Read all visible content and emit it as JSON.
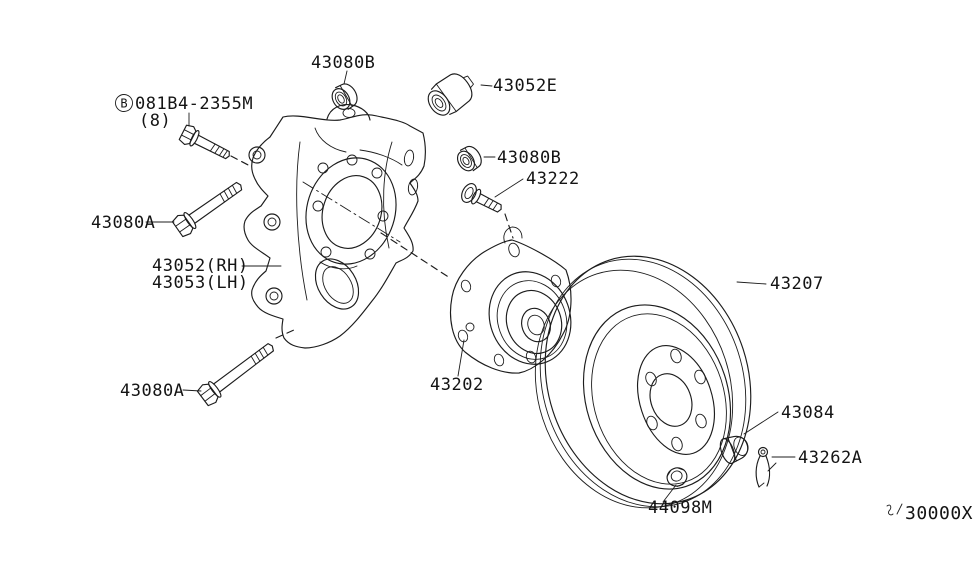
{
  "diagram": {
    "title": "Rear axle knuckle, hub and brake rotor exploded parts diagram",
    "colors": {
      "line": "#1c1c1c",
      "background": "#ffffff"
    },
    "callouts": {
      "bolt_code": {
        "badge": "B",
        "text": "081B4-2355M",
        "qty": "(8)"
      },
      "bushing_top": {
        "text": "43080B"
      },
      "bushing_large": {
        "text": "43052E"
      },
      "bolt_left": {
        "text": "43080A"
      },
      "knuckle_rh": {
        "text": "43052(RH)"
      },
      "knuckle_lh": {
        "text": "43053(LH)"
      },
      "bushing_mid": {
        "text": "43080B"
      },
      "bolt_pin": {
        "text": "43222"
      },
      "hub": {
        "text": "43202"
      },
      "rotor": {
        "text": "43207"
      },
      "bolt_bottom": {
        "text": "43080A"
      },
      "cap": {
        "text": "43084"
      },
      "clip": {
        "text": "43262A"
      },
      "nut": {
        "text": "44098M"
      }
    },
    "diagram_code": {
      "prefix_icon": "squiggle-glyph",
      "text": "30000X"
    }
  }
}
